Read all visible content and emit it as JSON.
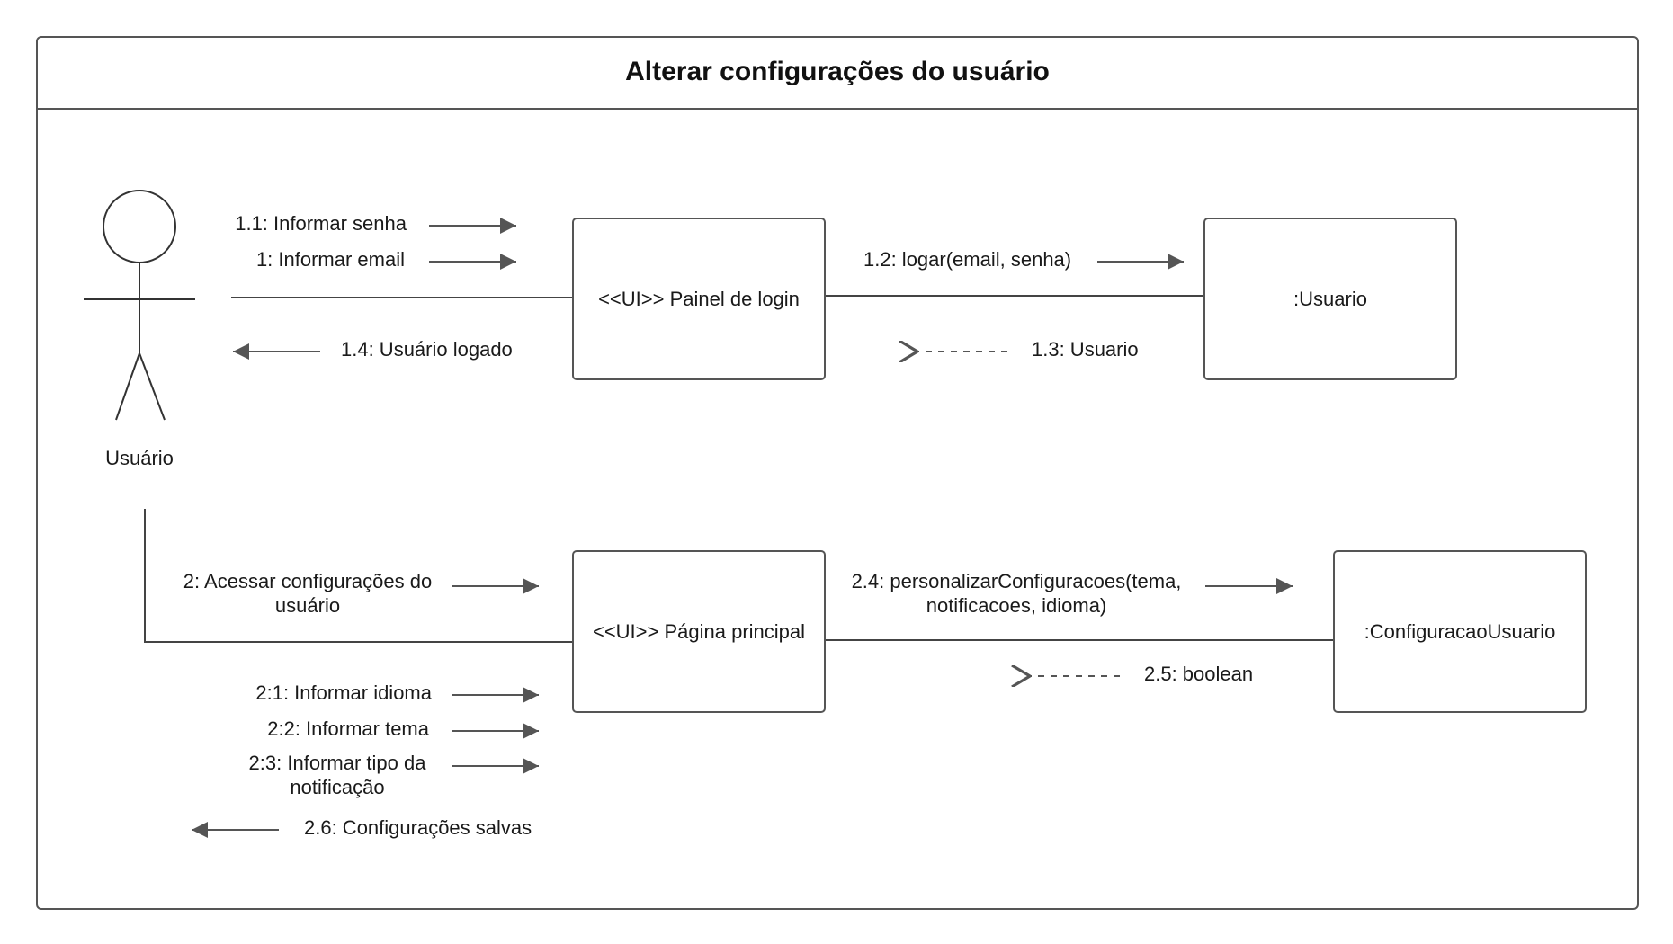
{
  "title": "Alterar configurações do usuário",
  "actor": {
    "name": "Usuário"
  },
  "objects": {
    "login_panel": "<<UI>> Painel de login",
    "usuario": ":Usuario",
    "main_page": "<<UI>> Página principal",
    "config_usuario": ":ConfiguracaoUsuario"
  },
  "messages": {
    "m1_1": "1.1: Informar senha",
    "m1": "1: Informar email",
    "m1_4": "1.4: Usuário logado",
    "m1_2": "1.2: logar(email, senha)",
    "m1_3": "1.3: Usuario",
    "m2_line1": "2: Acessar configurações do",
    "m2_line2": "usuário",
    "m2_1": "2:1: Informar idioma",
    "m2_2": "2:2: Informar tema",
    "m2_3_line1": "2:3: Informar tipo da",
    "m2_3_line2": "notificação",
    "m2_6": "2.6: Configurações salvas",
    "m2_4_line1": "2.4: personalizarConfiguracoes(tema,",
    "m2_4_line2": "notificacoes, idioma)",
    "m2_5": "2.5: boolean"
  }
}
